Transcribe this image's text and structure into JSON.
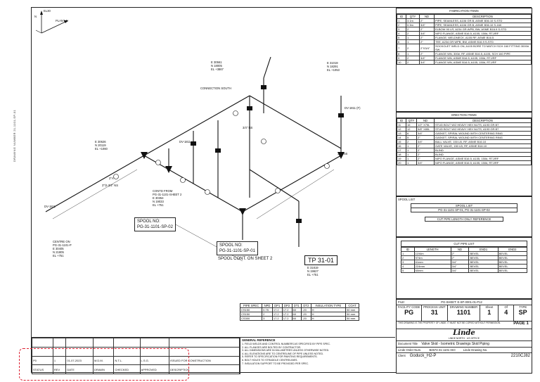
{
  "sidebar_note": "DRAWING NUMBER 21-1101-SP-01",
  "north": {
    "n": "N",
    "el": "EL30",
    "plant_north": "PLANT N"
  },
  "labels": {
    "spool_no_1": "SPOOL NO:",
    "spool_no_1_val": "PG-31-1101-SP-02",
    "spool_no_2": "SPOOL NO:",
    "spool_no_2_val": "PG-31-1101-SP-01",
    "spool_cont": "SPOOL CONT. ON SHEET 2",
    "tp": "TP 31-01",
    "tp_coords": "E 31819\nN 19627\nEL +751",
    "coord_a": "E 30561\nN 18005\nEL +3867",
    "coord_b": "E 31019\nN 18291\nEL +1053",
    "coord_c": "E 30626\nN 20119\nEL +1060",
    "centerline_1": "CENTRE ON\nPG-31-1101-P\nE 30405\nN 21805\nEL +751",
    "centerline_2": "CONTD FROM\nPG-31-1101-SHEET 2\nE 30354\nN 19033\nEL +751",
    "dv1": "DV-1811",
    "dv2": "DV-1811",
    "dv3": "DV-1811 (F)",
    "connect_south": "CONNECTION SOUTH",
    "dim_34": "3/4\" NS",
    "dim_34b": "3/4\" NS",
    "dim_2": "2\"A",
    "dim_3": "3\"/2-3/4\" NS"
  },
  "fab_items": {
    "title": "FABRICATION ITEMS",
    "headers": [
      "ID",
      "QTY",
      "ND",
      "DESCRIPTION"
    ],
    "rows": [
      [
        "1",
        "3.1m",
        "2\"",
        "PIPE, SEAMLESS, A106 GR.B, ASME B36.10 S-STD"
      ],
      [
        "2",
        "0.3m",
        "3/4\"",
        "PIPE, SEAMLESS, A106 GR.B, ASME B36.10 S-160"
      ],
      [
        "3",
        "2",
        "2\"",
        "ELBOW 90 LR, A234 GR.WPB, BW, ASME B16.9 S-STD"
      ],
      [
        "4",
        "2",
        "3/4\"",
        "NIPO FLANGE, ASME B16.5, A105, 150#, RTJ/RF"
      ],
      [
        "5",
        "1",
        "2\"",
        "FLANGE, WELDNECK, A105 RF, ASME B16.5"
      ],
      [
        "6",
        "1",
        "2\"",
        "TEE, A234 GR.WPB, BW, ASME B16.9 S-STD"
      ],
      [
        "7",
        "2",
        "2\"X3/4\"",
        "SOCKOLET WELD ON, A105 BORE TO MATCH SCH 160 FITTING 3000# SW"
      ],
      [
        "8",
        "1",
        "2\"",
        "FLANGE WN, 300#, RF, ASME B16.5, A105, SCH 160 PIPE"
      ],
      [
        "9",
        "2",
        "3/4\"",
        "FLANGE WN, ASME B16.5, A105, 150#, RTJ/RF"
      ],
      [
        "10",
        "2",
        "3/4\"",
        "FLANGE WN, ASME B16.5, A105, 150#, RTJ/RF"
      ]
    ]
  },
  "erect_items": {
    "title": "ERECTION ITEMS",
    "headers": [
      "ID",
      "QTY",
      "ND",
      "DESCRIPTION"
    ],
    "rows": [
      [
        "11",
        "16",
        "1/2\" X75L",
        "STUD BOLT W/2 HEAVY HEX NUTS, A193 GR.B7"
      ],
      [
        "12",
        "12",
        "5/8\" X85L",
        "STUD BOLT W/2 HEAVY HEX NUTS, A193 GR.B7"
      ],
      [
        "13",
        "6",
        "3/4\"",
        "GASKET, SPIRAL WOUND WITH CENTERING RING"
      ],
      [
        "14",
        "5",
        "2\"",
        "GASKET, SPIRAL WOUND WITH CENTERING RING"
      ],
      [
        "15",
        "2",
        "3/4\"",
        "BALL VALVE, 150 LB, RF, ASME B16.10"
      ],
      [
        "16",
        "1",
        "2\"",
        "GATE VALVE, 150 LB, RF, ASME B16.10"
      ],
      [
        "17",
        "1",
        "2\"",
        "BLIND"
      ],
      [
        "18",
        "1",
        "2\"",
        "BLIND"
      ],
      [
        "19",
        "1",
        "2\"",
        "NIPO FLANGE, ASME B16.5, A105, 150#, RTJ/RF"
      ],
      [
        "20",
        "1",
        "3/4\"",
        "NIPO FLANGE, ASME B16.5, A105, 150#, RTJ/RF"
      ]
    ]
  },
  "spool_list": {
    "title": "SPOOL LIST",
    "header": "SPOOL LIST",
    "value": "PG-31-1101-SP-01, PG-31-1101-SP-02",
    "note": "CUT PIPE LENGTH ONLY REFERENCE"
  },
  "cut_pipe": {
    "title": "CUT PIPE LIST",
    "headers": [
      "ID",
      "LENGTH",
      "ND",
      "END1",
      "END2"
    ],
    "rows": [
      [
        "1",
        "1194m",
        "2\"",
        "BEVEL",
        "BEVEL"
      ],
      [
        "2",
        "974m",
        "2\"",
        "BEVEL",
        "BEVEL"
      ],
      [
        "3",
        "61mm",
        "3/4\"",
        "BEVEL",
        "BEVEL"
      ],
      [
        "4",
        "224mm",
        "3/4\"",
        "BEVEL",
        "BEVEL"
      ],
      [
        "5",
        "60mm",
        "3/4\"",
        "BEVEL",
        "BEVEL"
      ]
    ]
  },
  "process_table": {
    "headers": [
      "PIPE SPEC",
      "NPD",
      "DP1",
      "DP2",
      "DT1",
      "DT2",
      "INSULATION TYPE",
      "COAT"
    ],
    "rows": [
      [
        "CS150",
        "0.75",
        "17.2",
        "17.2",
        "60",
        "-20",
        "H",
        "50 mm"
      ],
      [
        "CS150",
        "2",
        "17.2",
        "17.2",
        "60",
        "-20",
        "H",
        "50 mm"
      ],
      [
        "CS300",
        "3",
        "17.2",
        "17.2",
        "60",
        "-20",
        "H",
        "50 mm"
      ]
    ]
  },
  "general_notes": {
    "title": "GENERAL REFERENCE",
    "lines": [
      "1. FIELD WELDS AND CONTROL NUMBERS AS SPECIFIED BY PIPE SPEC.",
      "2. ALL FLANGES ARE BOLTED BY CONTRACTOR.",
      "3. ALL DIMENSIONS ARE IN MILLIMETRES UNLESS OTHERWISE NOTED.",
      "4. ALL ELEVATIONS ARE TO CENTRELINE OF PIPE UNLESS NOTED.",
      "5. REFER TO SPECIFICATION FOR PAINTING REQUIREMENTS.",
      "6. BOLT HOLES TO STRADDLE CENTRELINES.",
      "7. INSULATION SUPPORT TO BE PROVIDED PER SPEC."
    ]
  },
  "title_block": {
    "file_path_label": "FILE:",
    "file_path_value": "PG-SHEET: E-SP-0001-01-P12",
    "facility_label": "FACILITY CODE",
    "facility_value": "PG",
    "process_label": "PROCESS UNIT",
    "process_value": "31",
    "drawing_label": "DRAWING NUMBER",
    "drawing_value": "1101",
    "sheet_label": "Sheet",
    "sheet_value": "1",
    "of_label": "Of",
    "of_value": "4",
    "type_label": "TYPE",
    "type_value": "SP",
    "page": "PAGE 1",
    "disclaimer": "THIS DRAWING IS THE PROPERTY OF LINDE. IT MUST NOT BE COPIED WITHOUT PERMISSION.",
    "logo": "Linde",
    "logo_sub": "LINDE NORTH · US OFFICE",
    "doc_title_label": "Document Title",
    "doc_title": "Valve Skid - Isometric Drawings Skid Piping",
    "linde_order_label": "Linde Order Num.",
    "linde_order_value": "B4574-31-1101-ISO",
    "linde_drawing_label": "Linde Drawing No.",
    "client_label": "Client",
    "client_value": "Goduck_H2-P",
    "drawing_no": "2210CJ82"
  },
  "revision": {
    "row": [
      "P0",
      "1",
      "01-07-2023",
      "M.D.M.",
      "N.T.L.",
      "L.S.G.",
      "ISSUED FOR CONSTRUCTION"
    ],
    "headers": [
      "STATUS",
      "REV",
      "DATE",
      "DRAWN",
      "CHECKED",
      "APPROVED",
      "DESCRIPTION"
    ]
  },
  "colors": {
    "line": "#111111",
    "revision_mark": "#dd2233"
  }
}
